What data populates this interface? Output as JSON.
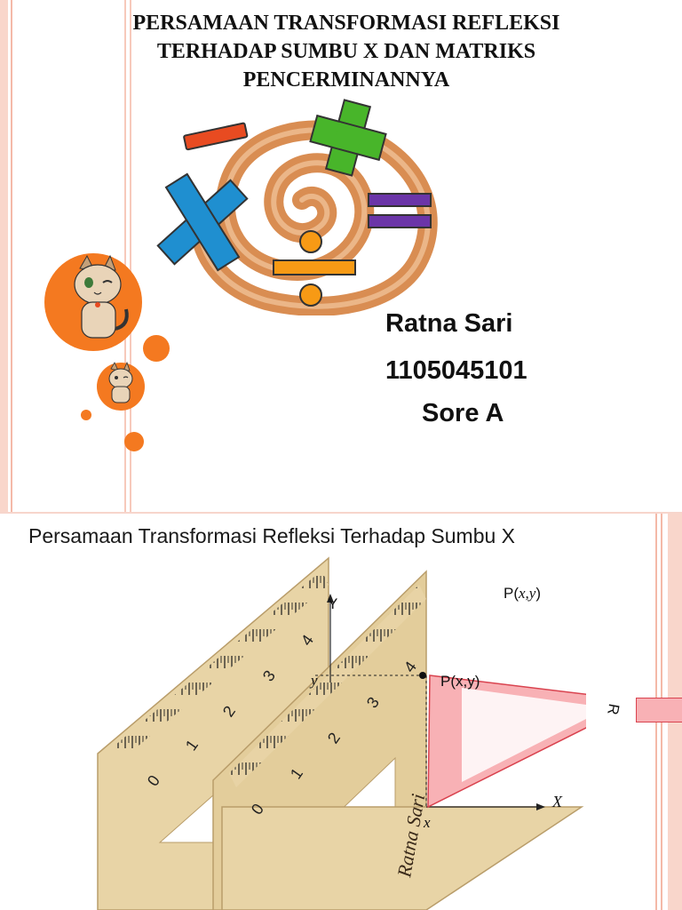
{
  "slide1": {
    "title_lines": [
      "PERSAMAAN TRANSFORMASI REFLEKSI",
      "TERHADAP SUMBU X DAN MATRIKS",
      "PENCERMINANNYA"
    ],
    "author_name": "Ratna Sari",
    "author_id": "1105045101",
    "author_class": "Sore A",
    "math_symbols": [
      "minus",
      "plus",
      "times",
      "equals",
      "divide"
    ],
    "decorations": [
      "cat-mascot",
      "orange-circles"
    ]
  },
  "slide2": {
    "title": "Persamaan Transformasi Refleksi Terhadap Sumbu X",
    "point_label_top": "P(",
    "point_label_top_vars": "x,y",
    "point_label_top_close": ")",
    "point_label_near": "P(x,y)",
    "axis_y": "Y",
    "axis_x": "X",
    "tick_y": "y",
    "tick_x": "x",
    "compass_letter": "R",
    "watermark": "Ratna Sari",
    "ruler_numbers": [
      "0",
      "1",
      "2",
      "3",
      "4"
    ]
  },
  "colors": {
    "accent_orange": "#f47920",
    "stripe_pink": "#f4b9a8",
    "ruler": "#e8d4a6",
    "compass": "#f8b1b5",
    "swirl": "#d98d52",
    "plus_green": "#48b52a",
    "times_blue": "#1f8fd0",
    "minus_red": "#e84b21",
    "equals_purple": "#6b35a8",
    "divide_orange": "#f79a15"
  }
}
